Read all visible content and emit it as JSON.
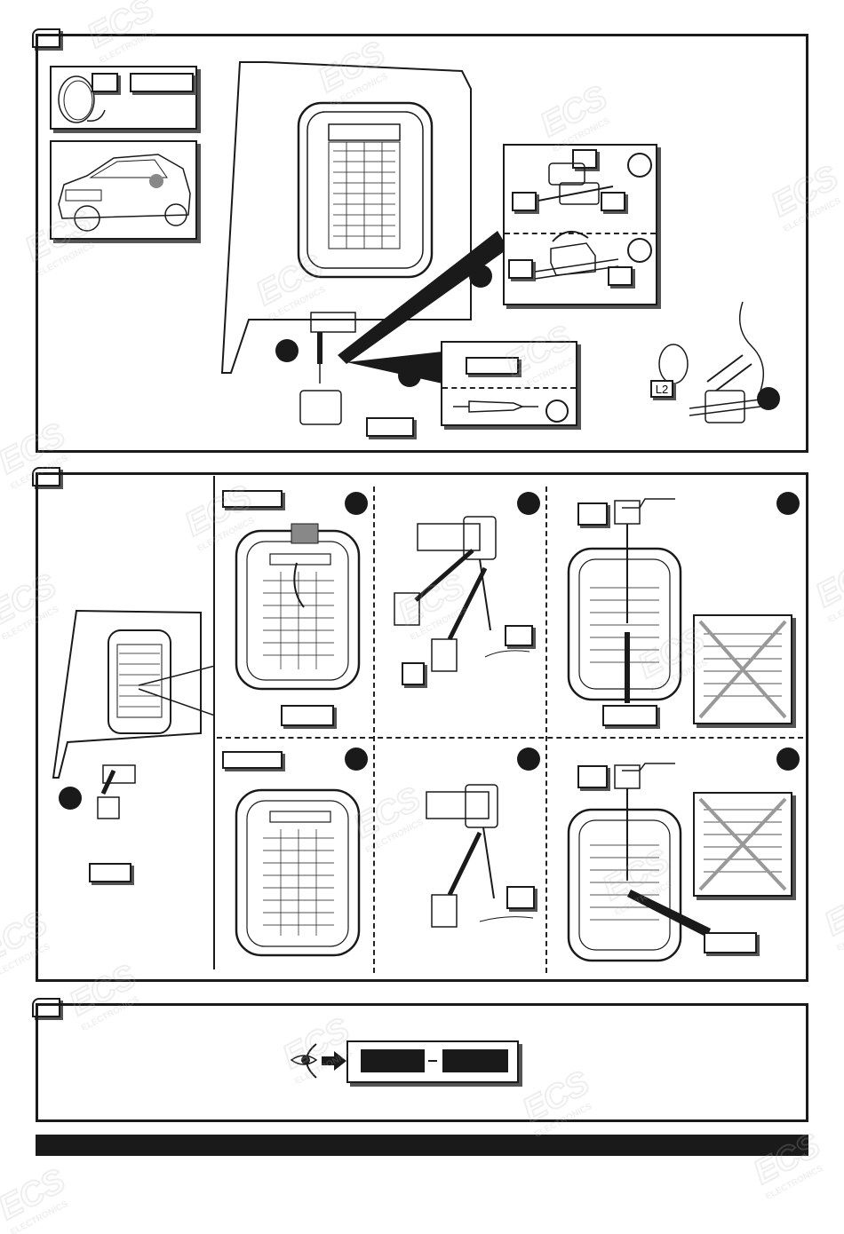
{
  "labels": {
    "wire_l2": "L2"
  },
  "watermark": {
    "brand": "ECS",
    "sub": "ELECTRONICS"
  },
  "colors": {
    "ink": "#1a1a1a",
    "shadow": "#555555",
    "watermark": "#b5b5b5",
    "footer_bar": "#1a1a1a"
  },
  "icons": [
    "eye-icon",
    "arrow-right-icon",
    "ground-symbol-icon",
    "test-lamp-icon",
    "scissors-icon",
    "cross-out-icon"
  ]
}
